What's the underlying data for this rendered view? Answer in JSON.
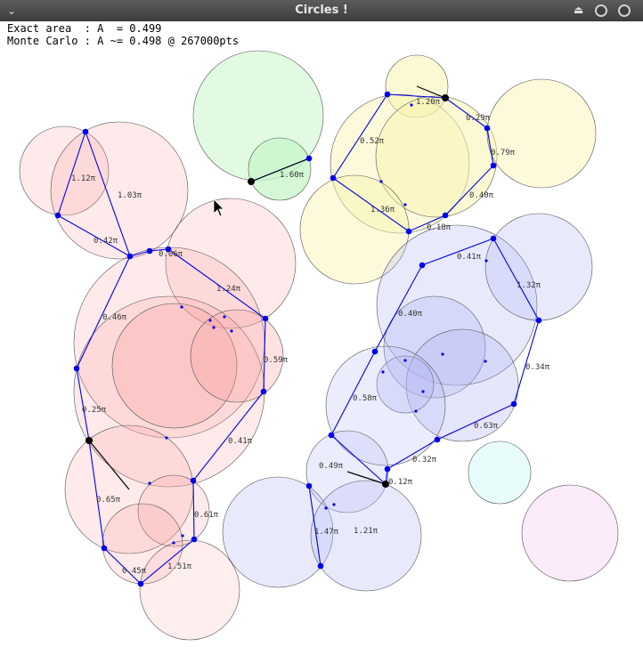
{
  "window": {
    "title": "Circles !",
    "menu_icon": "chevron-down-icon",
    "buttons": [
      "shade-icon",
      "minimize-icon",
      "close-icon"
    ]
  },
  "stats": {
    "exact": "Exact area  : A  = 0.499",
    "montecarlo": "Monte Carlo : A ~= 0.498 @ 267000pts"
  },
  "arc_labels": [
    {
      "text": "1.12π"
    },
    {
      "text": "1.03π"
    },
    {
      "text": "0.42π"
    },
    {
      "text": "0.06π"
    },
    {
      "text": "1.24π"
    },
    {
      "text": "0.46π"
    },
    {
      "text": "0.59π"
    },
    {
      "text": "0.25π"
    },
    {
      "text": "0.41π"
    },
    {
      "text": "0.65π"
    },
    {
      "text": "0.61π"
    },
    {
      "text": "0.45π"
    },
    {
      "text": "1.51π"
    },
    {
      "text": "1.60π"
    },
    {
      "text": "1.20π"
    },
    {
      "text": "0.29π"
    },
    {
      "text": "0.52π"
    },
    {
      "text": "0.79π"
    },
    {
      "text": "0.40π"
    },
    {
      "text": "1.36π"
    },
    {
      "text": "0.18π"
    },
    {
      "text": "0.41π"
    },
    {
      "text": "1.32π"
    },
    {
      "text": "0.40π"
    },
    {
      "text": "0.34π"
    },
    {
      "text": "0.58π"
    },
    {
      "text": "0.63π"
    },
    {
      "text": "0.32π"
    },
    {
      "text": "0.49π"
    },
    {
      "text": "0.12π"
    },
    {
      "text": "1.47π"
    },
    {
      "text": "1.21π"
    }
  ],
  "colors": {
    "red_fill": "#f9a0a0",
    "green_fill": "#c8f5c8",
    "yellow_fill": "#f8f4b0",
    "blue_fill": "#b4b8f4",
    "cyan_fill": "#d8fbf8",
    "magenta_fill": "#f8d8f8",
    "boundary": "#0000ee",
    "node": "#0000ee",
    "pivot": "#000000"
  }
}
